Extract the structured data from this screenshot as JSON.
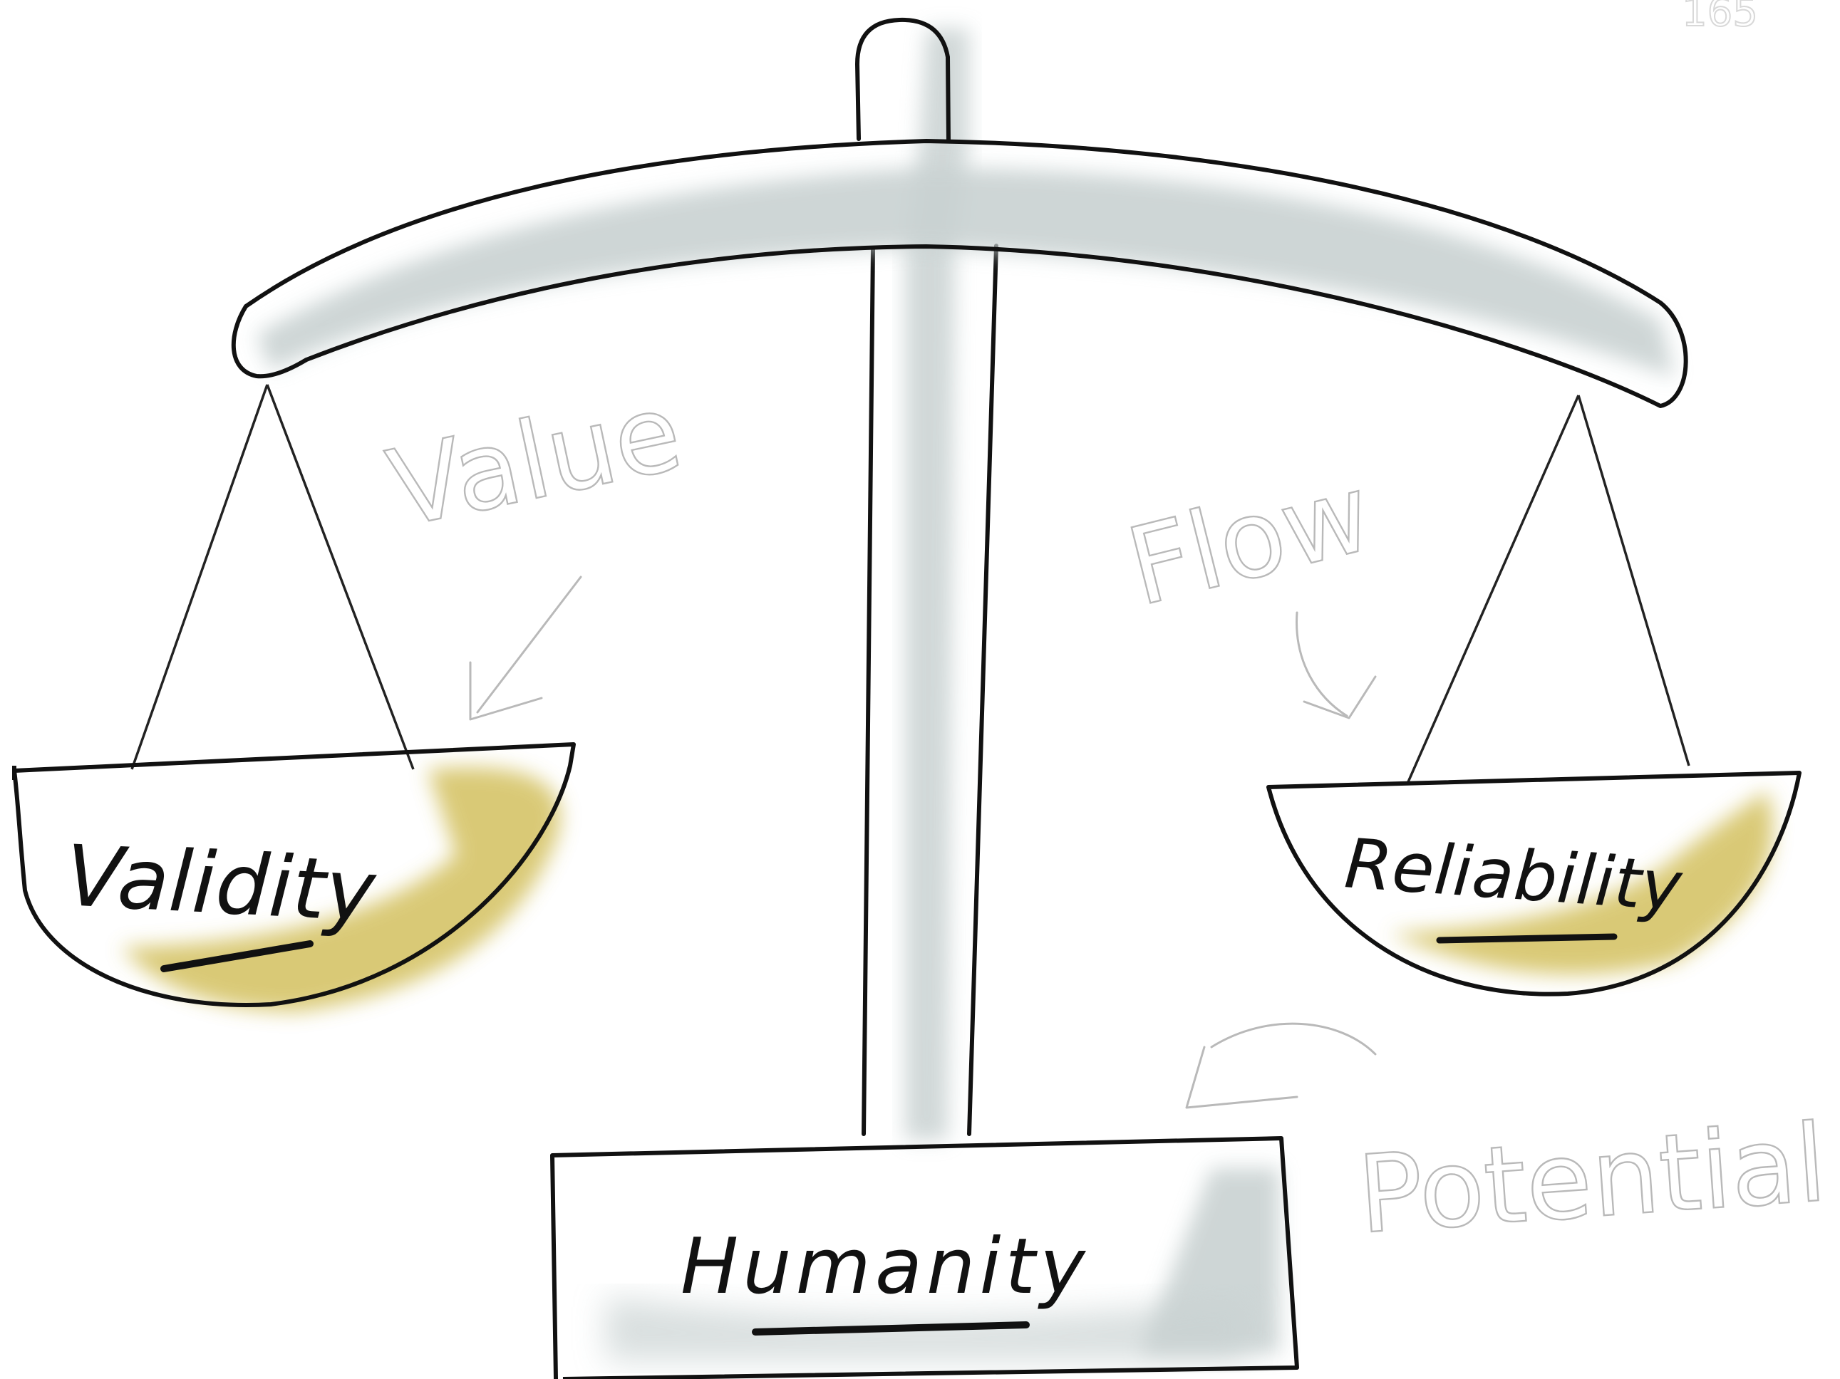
{
  "scale": {
    "base_label": "Humanity",
    "left_pan_label": "Validity",
    "right_pan_label": "Reliability"
  },
  "annotations": {
    "left_arrow_label": "Value",
    "right_arrow_label": "Flow",
    "base_arrow_label": "Potential"
  },
  "colors": {
    "ink": "#111111",
    "beam_shade": "#c9d2d2",
    "pan_fill": "#cdb84a",
    "pencil": "#b9b9b9"
  }
}
